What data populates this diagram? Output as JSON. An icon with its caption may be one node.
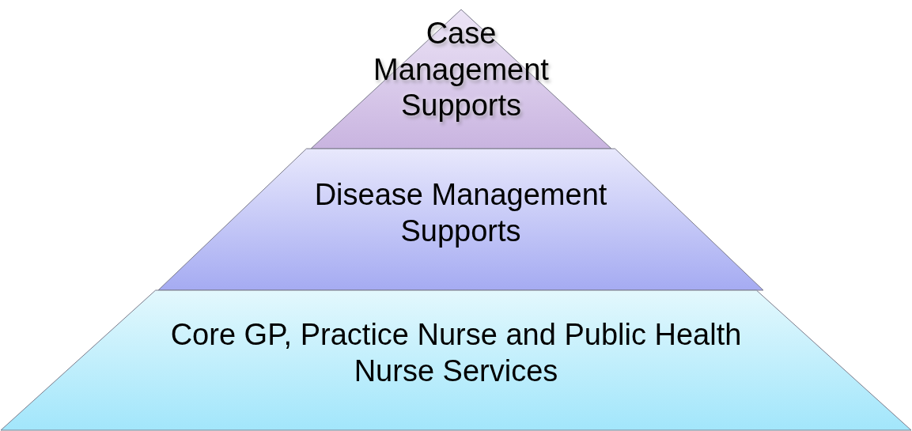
{
  "diagram": {
    "nodes": [
      {
        "text": [
          "Case Management Supports"
        ]
      },
      {
        "text": [
          "Disease Management Supports"
        ]
      },
      {
        "text": [
          "Core GP, Practice Nurse and Public Health Nurse Services"
        ]
      }
    ]
  }
}
